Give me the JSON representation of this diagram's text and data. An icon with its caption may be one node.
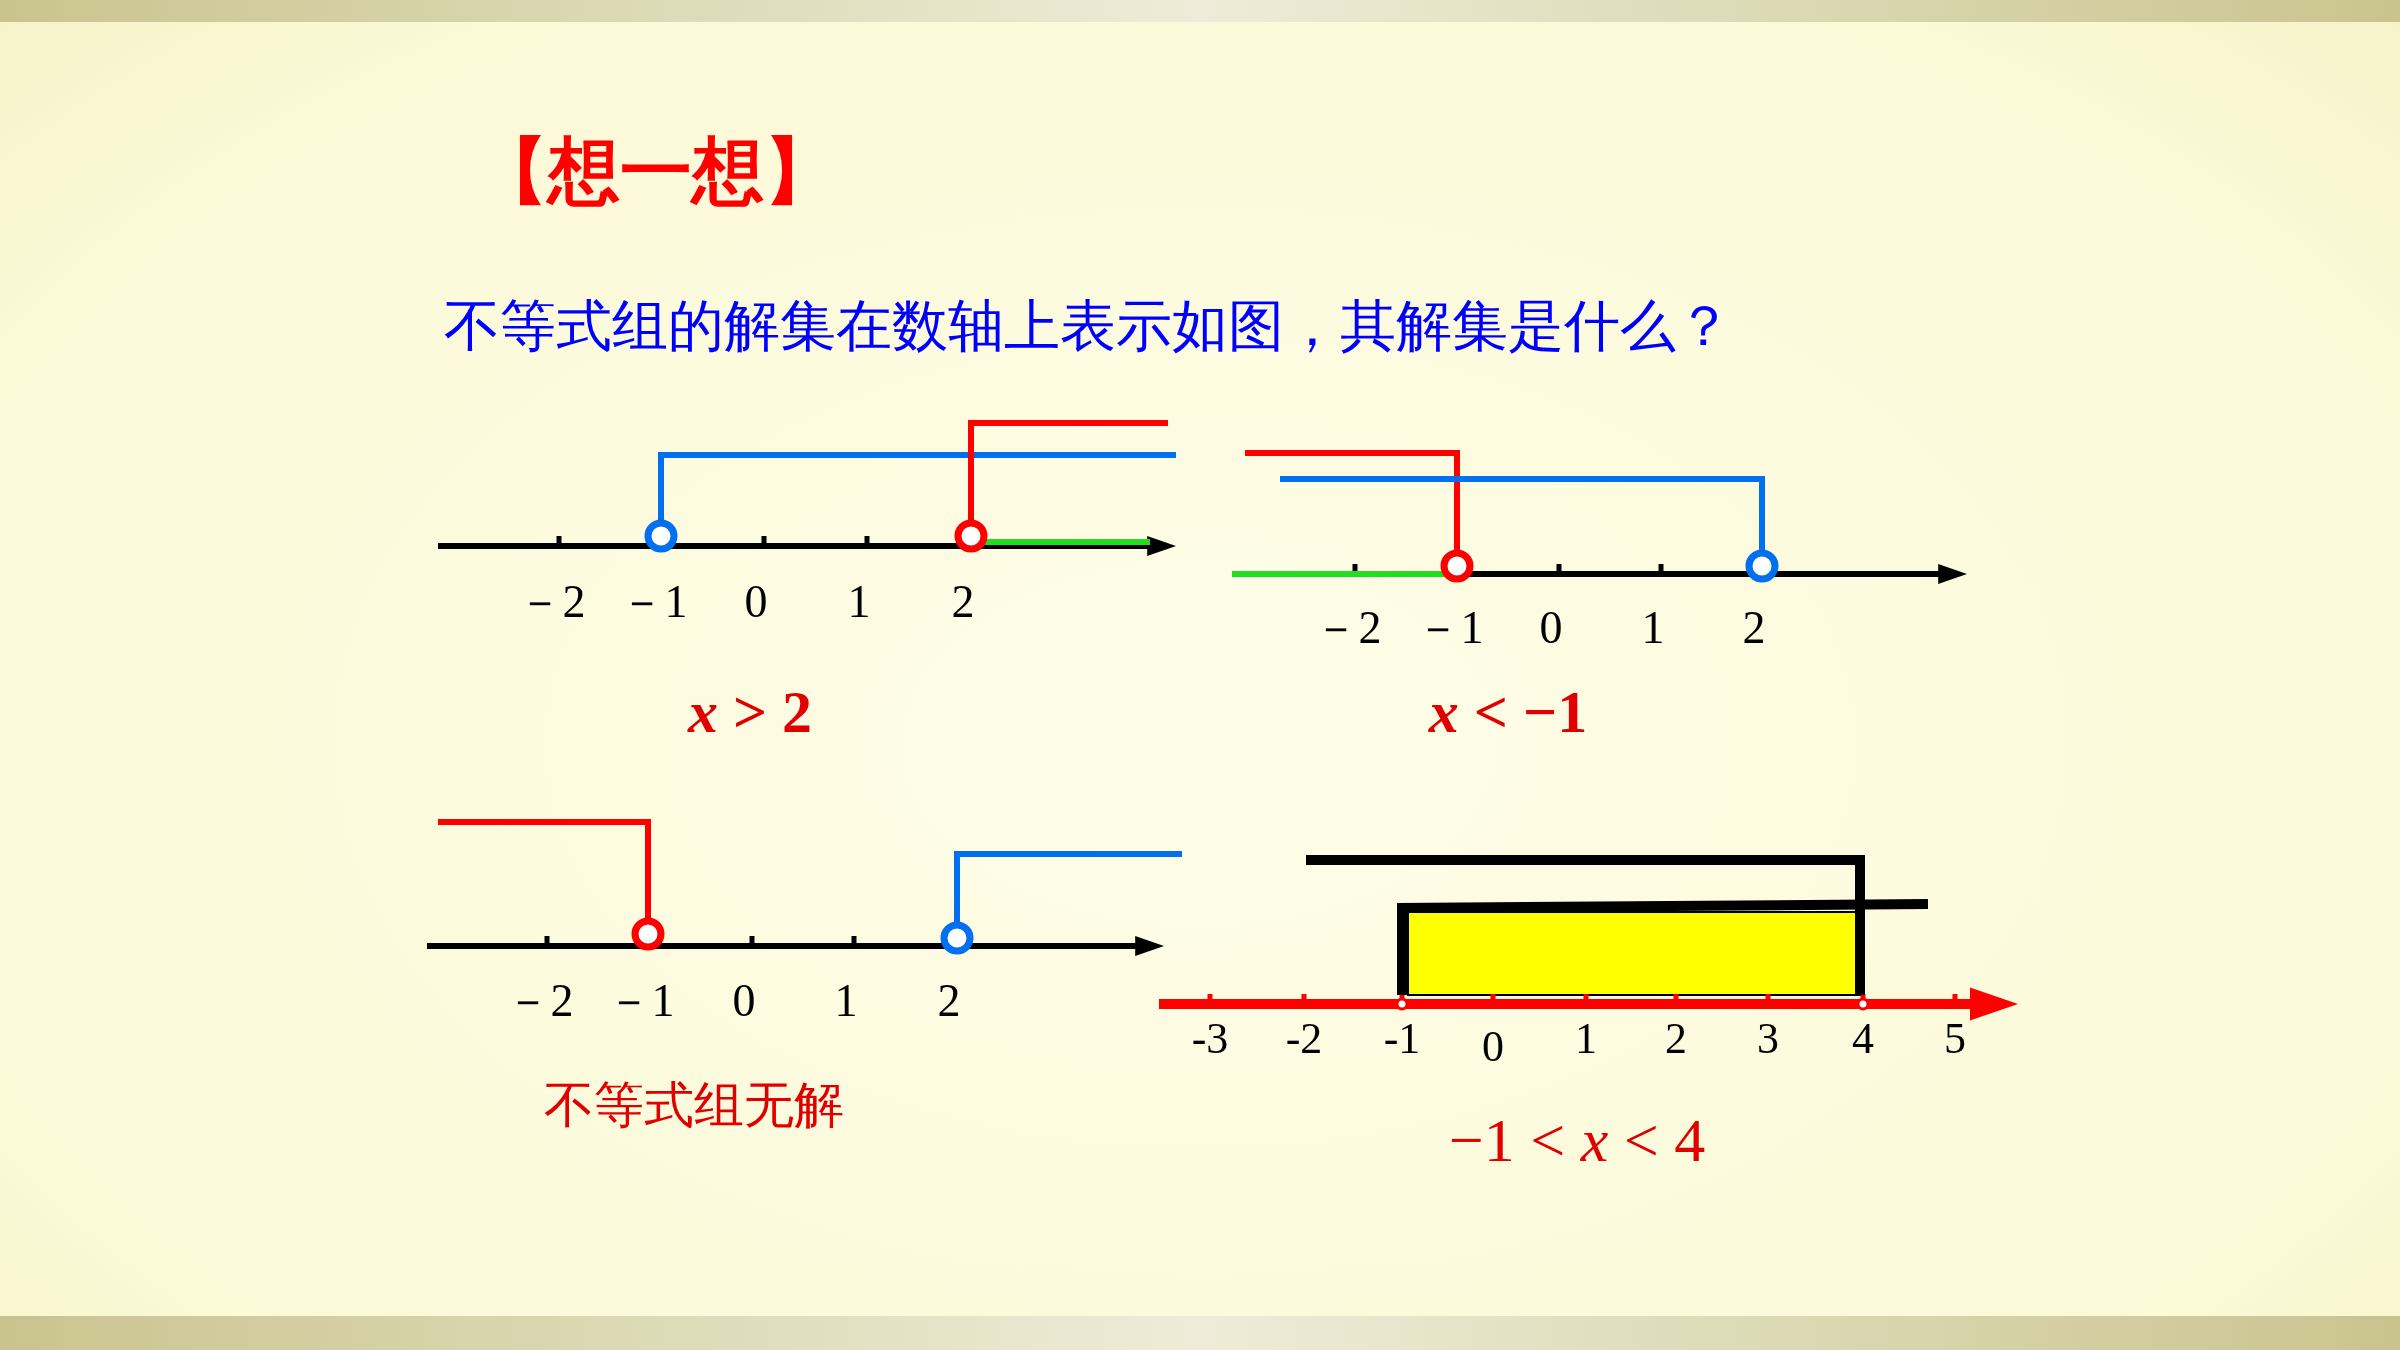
{
  "diagram": {
    "title": "【想一想】",
    "labels": [
      "不等式组的解集在数轴上表示如图，其解集是什么？",
      "－2",
      "－1",
      "0",
      "1",
      "2",
      "*x* > 2",
      "－2",
      "－1",
      "0",
      "1",
      "2",
      "*x* < −1",
      "－2",
      "－1",
      "0",
      "1",
      "2",
      "不等式组无解",
      "-3",
      "-2",
      "-1",
      "0",
      "1",
      "2",
      "3",
      "4",
      "5",
      "−1 < *x* < 4"
    ]
  }
}
